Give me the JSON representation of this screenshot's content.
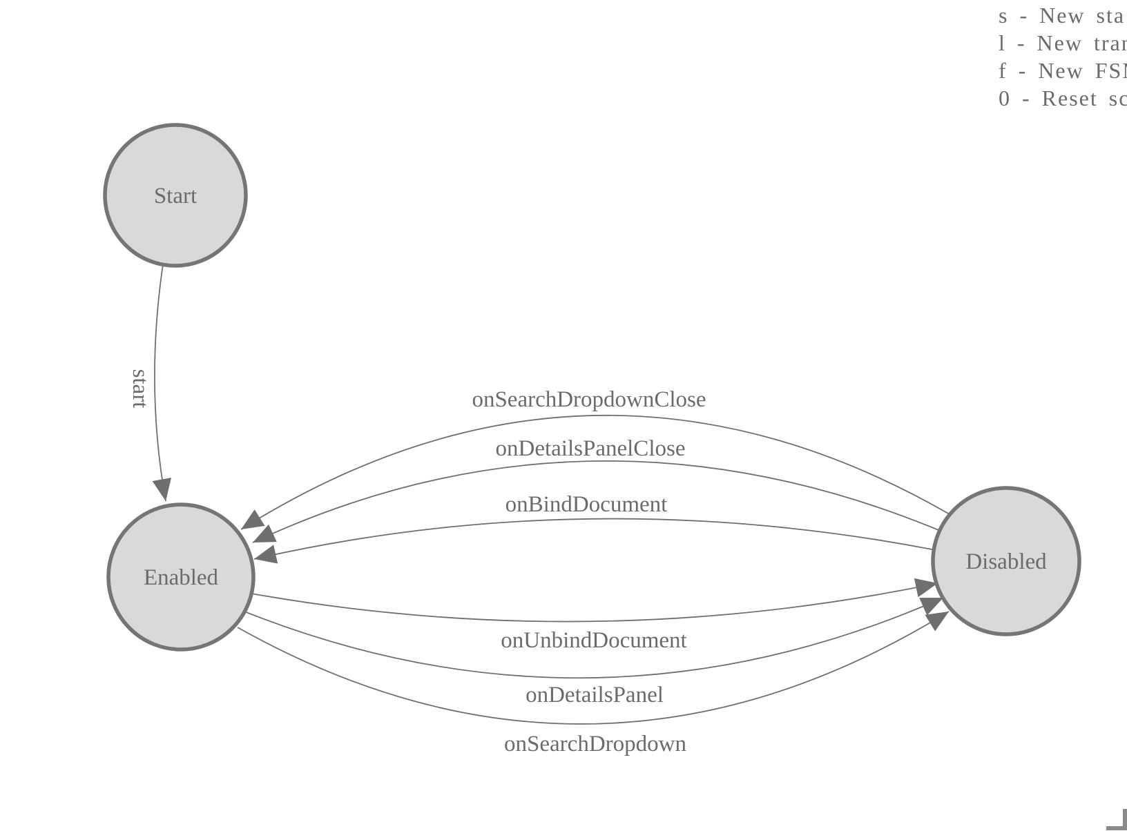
{
  "legend": {
    "lines": [
      "s - New sta",
      "l - New tran",
      "f - New FSM",
      "0 - Reset sc"
    ]
  },
  "states": {
    "start": {
      "label": "Start"
    },
    "enabled": {
      "label": "Enabled"
    },
    "disabled": {
      "label": "Disabled"
    }
  },
  "transitions": {
    "start": {
      "label": "start",
      "from": "Start",
      "to": "Enabled"
    },
    "onSearchDropdownClose": {
      "label": "onSearchDropdownClose",
      "from": "Disabled",
      "to": "Enabled"
    },
    "onDetailsPanelClose": {
      "label": "onDetailsPanelClose",
      "from": "Disabled",
      "to": "Enabled"
    },
    "onBindDocument": {
      "label": "onBindDocument",
      "from": "Disabled",
      "to": "Enabled"
    },
    "onUnbindDocument": {
      "label": "onUnbindDocument",
      "from": "Enabled",
      "to": "Disabled"
    },
    "onDetailsPanel": {
      "label": "onDetailsPanel",
      "from": "Enabled",
      "to": "Disabled"
    },
    "onSearchDropdown": {
      "label": "onSearchDropdown",
      "from": "Enabled",
      "to": "Disabled"
    }
  },
  "colors": {
    "background": "#ffffff",
    "node_fill": "#d9d9d9",
    "node_stroke": "#757575",
    "edge": "#6f6f6f",
    "text": "#6b6b6b",
    "corner_bar": "#8a8a8a"
  }
}
